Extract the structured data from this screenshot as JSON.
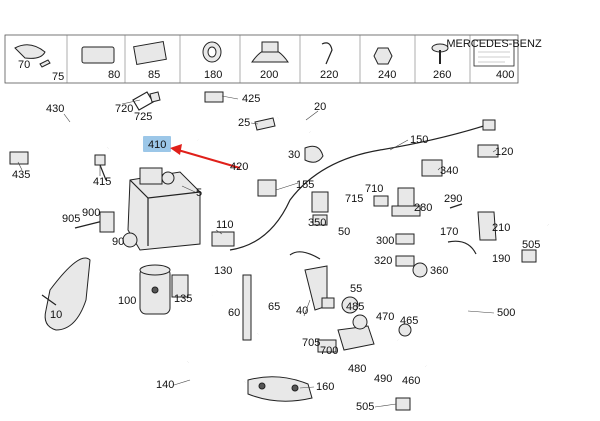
{
  "header_parts": [
    "70",
    "75",
    "80",
    "85",
    "180",
    "200",
    "220",
    "240",
    "260",
    "400"
  ],
  "label_box_text": "MERCEDES-BENZ",
  "callouts": [
    "430",
    "720",
    "725",
    "425",
    "20",
    "25",
    "410",
    "420",
    "30",
    "150",
    "120",
    "340",
    "435",
    "415",
    "5",
    "155",
    "710",
    "715",
    "290",
    "280",
    "210",
    "905",
    "900",
    "110",
    "350",
    "50",
    "170",
    "505",
    "90",
    "300",
    "190",
    "320",
    "360",
    "130",
    "100",
    "135",
    "65",
    "55",
    "485",
    "60",
    "10",
    "40",
    "470",
    "500",
    "465",
    "705",
    "700",
    "480",
    "490",
    "460",
    "140",
    "160",
    "505"
  ],
  "highlight": {
    "label": "410",
    "color": "#9cc7e8",
    "arrow_color": "#e0201a"
  },
  "colors": {
    "stroke": "#222222",
    "shade": "#e8e8e8"
  }
}
